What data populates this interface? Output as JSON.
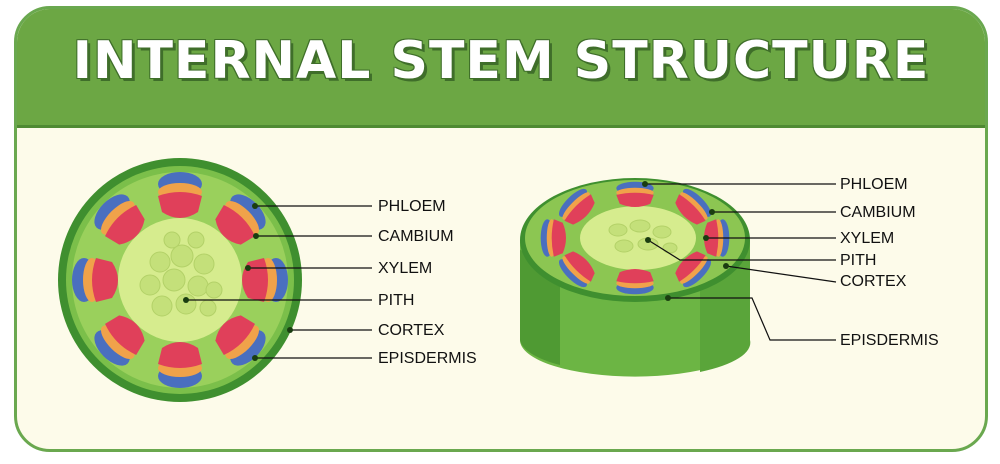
{
  "title": "INTERNAL STEM STRUCTURE",
  "left_diagram": {
    "labels": [
      "PHLOEM",
      "CAMBIUM",
      "XYLEM",
      "PITH",
      "CORTEX",
      "EPISDERMIS"
    ]
  },
  "right_diagram": {
    "labels": [
      "PHLOEM",
      "CAMBIUM",
      "XYLEM",
      "PITH",
      "CORTEX",
      "EPISDERMIS"
    ]
  },
  "side_id": "622495841",
  "colors": {
    "header": "#6ca744",
    "epidermis": "#3f8f2f",
    "cortex": "#8cc652",
    "pith": "#d6ec8e",
    "phloem": "#4a6fbf",
    "cambium": "#f0a24a",
    "xylem": "#e0405a"
  }
}
